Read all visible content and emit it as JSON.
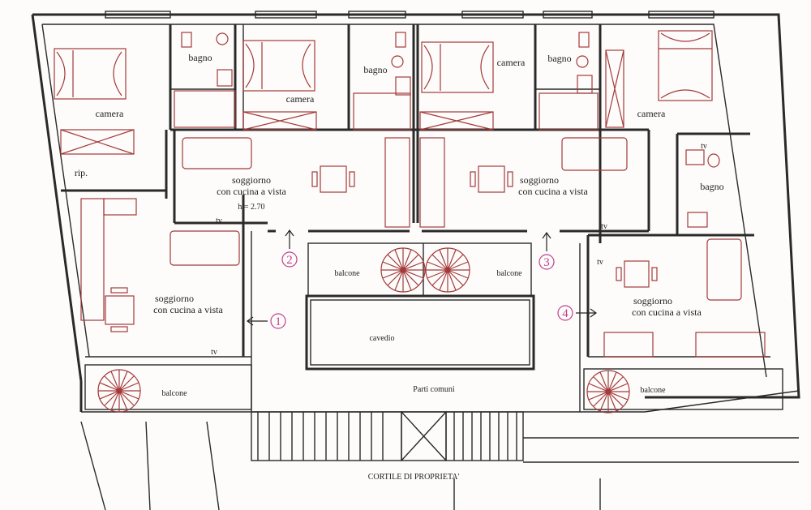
{
  "rooms": {
    "camera_1": "camera",
    "camera_2": "camera",
    "camera_3": "camera",
    "camera_4": "camera",
    "bagno_1": "bagno",
    "bagno_2": "bagno",
    "bagno_3": "bagno",
    "bagno_4": "bagno",
    "rip": "rip.",
    "soggiorno_1_line1": "soggiorno",
    "soggiorno_1_line2": "con cucina a vista",
    "soggiorno_2_line1": "soggiorno",
    "soggiorno_2_line2": "con cucina a vista",
    "soggiorno_3_line1": "soggiorno",
    "soggiorno_3_line2": "con cucina a vista",
    "soggiorno_4_line1": "soggiorno",
    "soggiorno_4_line2": "con cucina a vista",
    "height_note": "h = 2.70",
    "balcone_1": "balcone",
    "balcone_2": "balcone",
    "balcone_3": "balcone",
    "balcone_4": "balcone",
    "cavedio": "cavedio",
    "parti_comuni": "Parti comuni",
    "cortile": "CORTILE DI PROPRIETA'",
    "tv": "tv"
  },
  "units": [
    "1",
    "2",
    "3",
    "4"
  ],
  "colors": {
    "walls": "#2a2a2a",
    "furniture": "#a33a3a",
    "unit_markers": "#c0408a"
  }
}
